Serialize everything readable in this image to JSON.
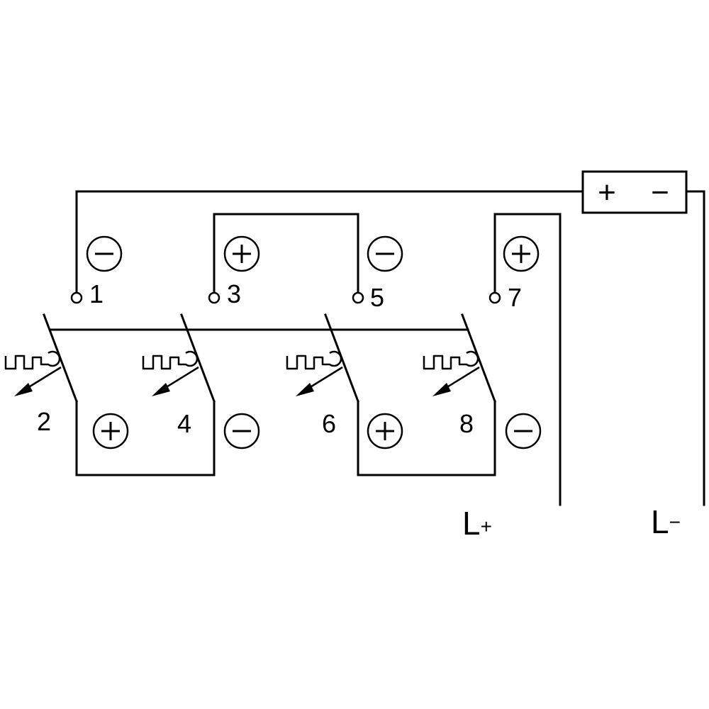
{
  "terminals": {
    "t1": "1",
    "t2": "2",
    "t3": "3",
    "t4": "4",
    "t5": "5",
    "t6": "6",
    "t7": "7",
    "t8": "8"
  },
  "polarity": {
    "minus": "⊖",
    "plus": "⊕"
  },
  "battery": {
    "plus": "+",
    "minus": "−"
  },
  "supply": {
    "positive": {
      "main": "L",
      "sign": "+"
    },
    "negative": {
      "main": "L",
      "sign": "−"
    }
  }
}
